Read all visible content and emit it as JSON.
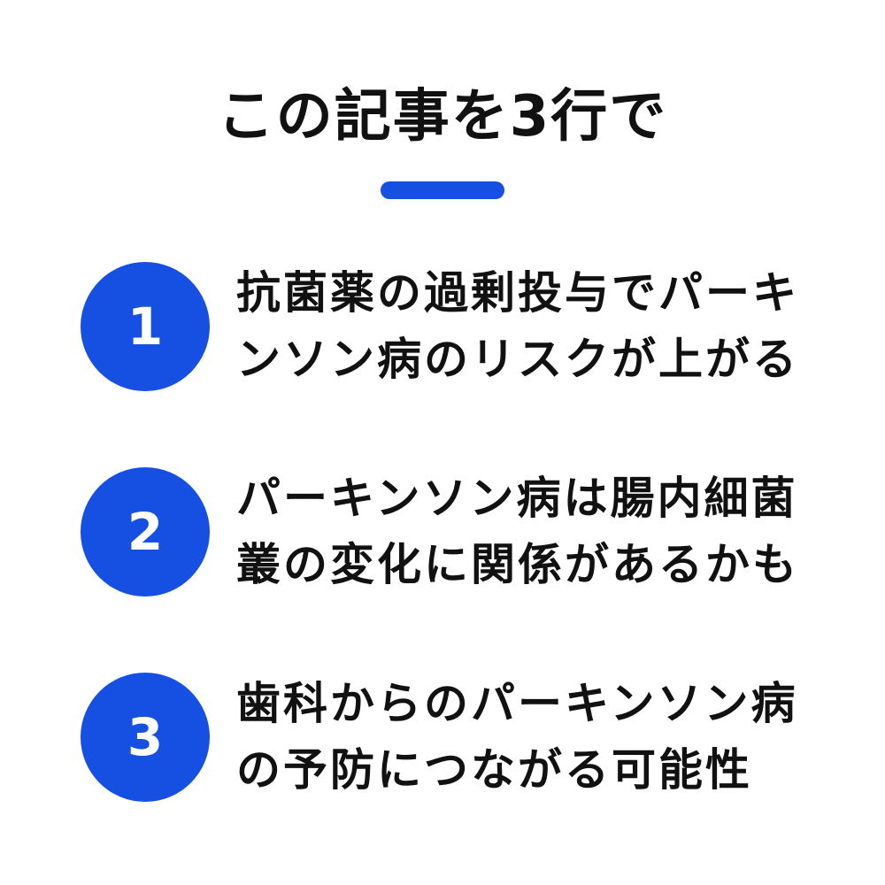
{
  "title": "この記事を3行で",
  "accent_color": "#1650e3",
  "items": [
    {
      "number": "1",
      "lines": [
        "抗菌薬の過剰投与でパーキ",
        "ンソン病のリスクが上がる"
      ]
    },
    {
      "number": "2",
      "lines": [
        "パーキンソン病は腸内細菌",
        "叢の変化に関係があるかも"
      ]
    },
    {
      "number": "3",
      "lines": [
        "歯科からのパーキンソン病",
        "の予防につながる可能性"
      ]
    }
  ]
}
